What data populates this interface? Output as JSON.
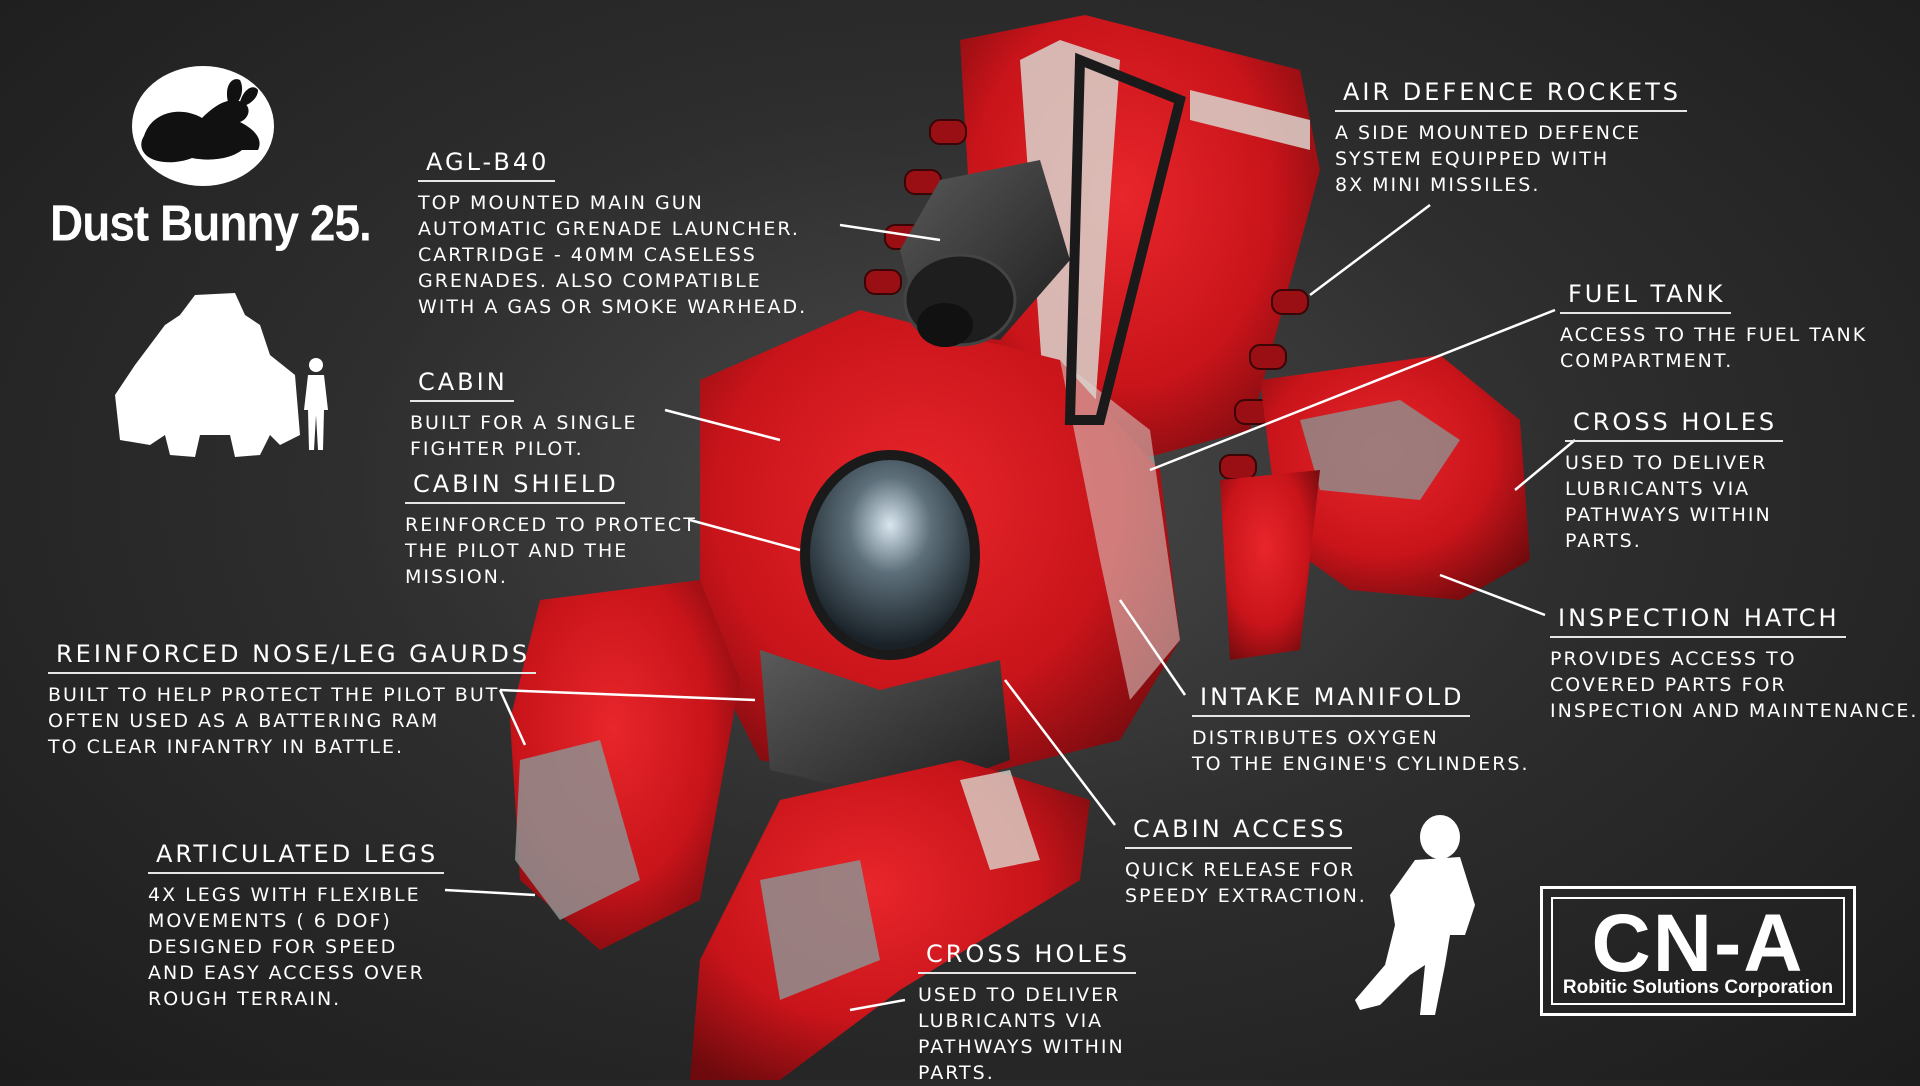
{
  "brand": {
    "title": "Dust Bunny 25.",
    "logo_icon": "rabbit-icon",
    "silhouette_icon": "mech-silhouette-icon"
  },
  "company": {
    "letters": "CN-A",
    "name": "Robitic Solutions Corporation"
  },
  "colors": {
    "background": "#2e2e2e",
    "mech_red": "#c8141a",
    "stripe": "#d9d4cc",
    "dark_metal": "#2a2a2a",
    "annotation": "#f2f2f2"
  },
  "annotations": {
    "agl": {
      "title": "AGL-B40",
      "body": "Top mounted main gun\nautomatic grenade launcher.\ncartridge - 40mm caseless\ngrenades. also compatible\nwith a gas or smoke warhead."
    },
    "cabin": {
      "title": "Cabin",
      "body": "Built for a single\nfighter pilot."
    },
    "cabin_shield": {
      "title": "Cabin shield",
      "body": "Reinforced to protect\nthe pilot and the\nmission."
    },
    "nose_guards": {
      "title": "Reinforced nose/leg gaurds",
      "body": "Built to help protect the pilot but\noften used as a battering ram\nto clear infantry in battle."
    },
    "legs": {
      "title": "Articulated legs",
      "body": "4x legs with flexible\nmovements ( 6 DOF)\ndesigned for speed\nand easy access over\nrough terrain."
    },
    "rockets": {
      "title": "Air defence rockets",
      "body": "A side mounted defence\nsystem equipped with\n8x mini missiles."
    },
    "fuel": {
      "title": "Fuel tank",
      "body": "Access to the fuel tank\ncompartment."
    },
    "cross_holes_right": {
      "title": "Cross holes",
      "body": "Used to deliver\nlubricants via\npathways within\nparts."
    },
    "hatch": {
      "title": "Inspection hatch",
      "body": "Provides access to\ncovered parts for\ninspection and maintenance."
    },
    "intake": {
      "title": "Intake manifold",
      "body": "Distributes oxygen\nto the engine's cylinders."
    },
    "cabin_access": {
      "title": "Cabin access",
      "body": "Quick release for\nspeedy extraction."
    },
    "cross_holes_bottom": {
      "title": "Cross holes",
      "body": "Used to deliver\nlubricants via\npathways within\nparts."
    }
  }
}
